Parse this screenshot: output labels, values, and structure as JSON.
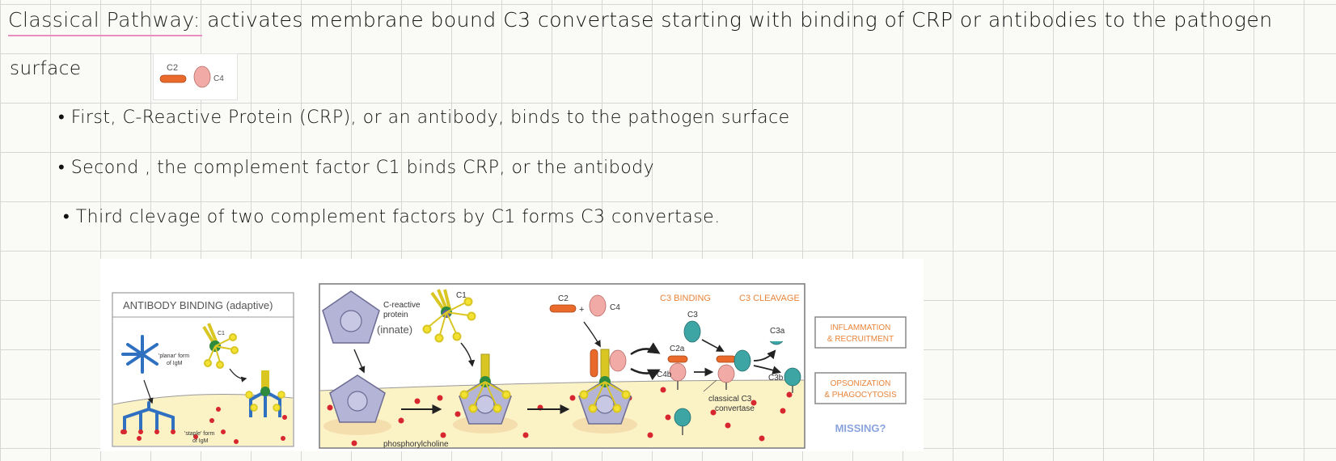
{
  "notes": {
    "heading_title": "Classical Pathway",
    "heading_rest": ": activates membrane bound C3 convertase starting with binding of CRP or antibodies to the pathogen",
    "heading_cont": "surface",
    "bullets": [
      "• First, C-Reactive Protein (CRP), or an antibody, binds to the pathogen surface",
      "• Second , the complement factor C1 binds CRP, or the antibody",
      "• Third clevage of two complement factors by C1 forms C3 convertase."
    ]
  },
  "legend": {
    "c2": "C2",
    "c4": "C4"
  },
  "figure": {
    "left_panel": {
      "title": "ANTIBODY BINDING (adaptive)",
      "c1": "C1",
      "planar_1": "'planar' form",
      "planar_2": "of IgM",
      "staple_1": "'staple' form",
      "staple_2": "of IgM"
    },
    "main_panel": {
      "crp_1": "C-reactive",
      "crp_2": "protein",
      "innate": "(innate)",
      "c1": "C1",
      "c2": "C2",
      "plus": "+",
      "c4": "C4",
      "c3_binding": "C3 BINDING",
      "c3_cleavage": "C3 CLEAVAGE",
      "c3": "C3",
      "c3a": "C3a",
      "c2a": "C2a",
      "c4b": "C4b",
      "c3b": "C3b",
      "classical_1": "classical C3",
      "classical_2": "convertase",
      "phosphorylcholine": "phosphorylcholine"
    },
    "outcomes": {
      "inflammation_1": "INFLAMMATION",
      "inflammation_2": "& RECRUITMENT",
      "opsonization_1": "OPSONIZATION",
      "opsonization_2": "& PHAGOCYTOSIS",
      "missing": "MISSING?"
    }
  },
  "colors": {
    "orange_label": "#e8843a",
    "membrane": "#fbf2c6",
    "red_dot": "#d8262f",
    "pentagon": "#b4b4d6",
    "c2_orange": "#e96a2a",
    "c4_pink": "#f2aaa6",
    "c3_teal": "#3ea5a5",
    "igm_blue": "#2f70c0",
    "c1_yellow": "#d9c623",
    "missing_blue": "#8aa3dd"
  }
}
